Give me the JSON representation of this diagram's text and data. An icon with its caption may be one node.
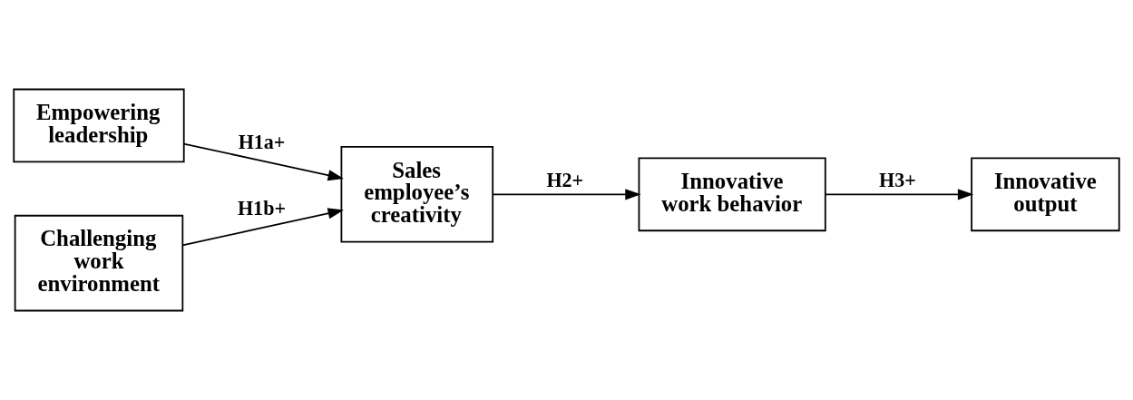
{
  "diagram": {
    "nodes": [
      {
        "text": [
          "Empowering leadership"
        ]
      },
      {
        "text": [
          "Challenging work environment"
        ]
      },
      {
        "text": [
          "Sales employee’s creativity"
        ]
      },
      {
        "text": [
          "Innovative work behavior"
        ]
      },
      {
        "text": [
          "Innovative output"
        ]
      }
    ],
    "edges": [
      {
        "from": 0,
        "to": 2,
        "arrow": "to",
        "label": "H1a+"
      },
      {
        "from": 1,
        "to": 2,
        "arrow": "to",
        "label": "H1b+"
      },
      {
        "from": 2,
        "to": 3,
        "arrow": "to",
        "label": "H2+"
      },
      {
        "from": 3,
        "to": 4,
        "arrow": "to",
        "label": "H3+"
      }
    ]
  }
}
